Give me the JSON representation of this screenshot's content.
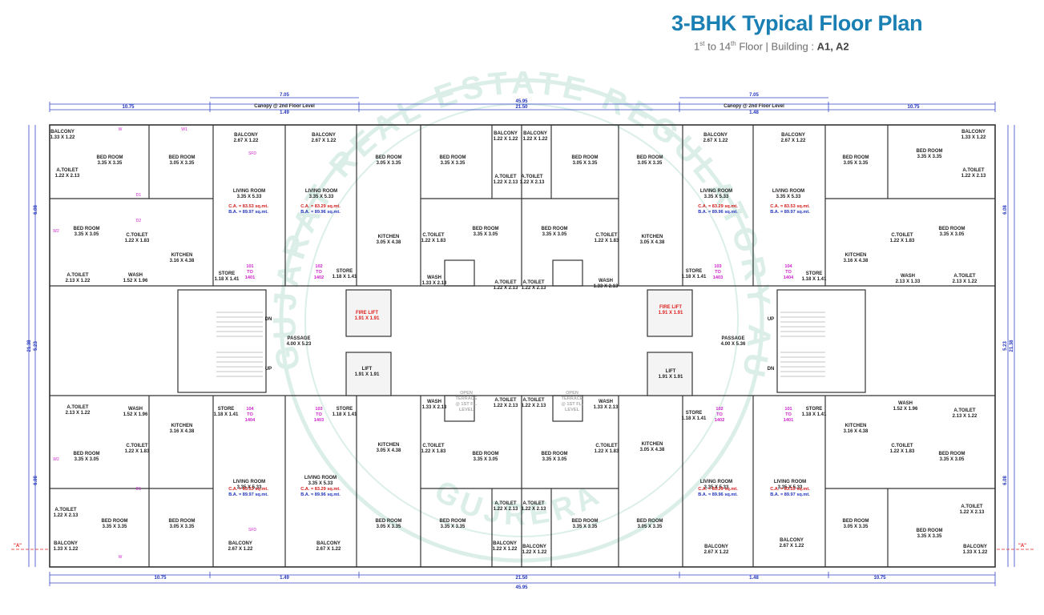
{
  "header": {
    "title": "3-BHK Typical Floor Plan",
    "subtitle_floor_a": "1",
    "subtitle_floor_a_sup": "st",
    "subtitle_floor_to": "to 14",
    "subtitle_floor_b_sup": "th",
    "subtitle_floor_rest": "Floor | Building : ",
    "subtitle_buildings": "A1, A2"
  },
  "colors": {
    "title": "#1a7fb3",
    "dimension": "#2233bb",
    "area_ca": "#d11a1a",
    "door_label": "#cc22cc",
    "fire_lift": "#e02020",
    "watermark": "#bfe3d6"
  },
  "watermark": {
    "text": "GUJARAT REAL ESTATE REGULATORY AUTHORITY",
    "bottom": "GUJRERA"
  },
  "dimensions": {
    "overall_width": "45.95",
    "left_wing": "10.75",
    "gap": "1.49",
    "center": "21.50",
    "gap_right": "1.48",
    "right_wing": "10.75",
    "canopy": "7.05",
    "canopy_label": "Canopy @ 2nd Floor Level",
    "height_total": "21.38",
    "height_mid": "5.23",
    "height_wing": "6.08",
    "side_marker": "\"A\""
  },
  "rooms": [
    {
      "id": "balc-tl",
      "name": "BALCONY",
      "size": "1.33 X 1.22"
    },
    {
      "id": "bed-tl1",
      "name": "BED ROOM",
      "size": "3.35 X 3.35"
    },
    {
      "id": "bed-tl2",
      "name": "BED ROOM",
      "size": "3.05 X 3.35"
    },
    {
      "id": "balc-tl2",
      "name": "BALCONY",
      "size": "2.67 X 1.22"
    },
    {
      "id": "balc-tl3",
      "name": "BALCONY",
      "size": "2.67 X 1.22"
    },
    {
      "id": "atoilet-tl",
      "name": "A.TOILET",
      "size": "1.22 X 2.13"
    },
    {
      "id": "living-tl",
      "name": "LIVING ROOM",
      "size": "3.35 X 5.33"
    },
    {
      "id": "living-tl2",
      "name": "LIVING ROOM",
      "size": "3.35 X 5.33"
    },
    {
      "id": "bed-tl3",
      "name": "BED ROOM",
      "size": "3.05 X 3.35"
    },
    {
      "id": "bed-tl4",
      "name": "BED ROOM",
      "size": "3.35 X 3.35"
    },
    {
      "id": "balc-tc1",
      "name": "BALCONY",
      "size": "1.22 X 1.22"
    },
    {
      "id": "balc-tc2",
      "name": "BALCONY",
      "size": "1.22 X 1.22"
    },
    {
      "id": "bed-tc1",
      "name": "BED ROOM",
      "size": "3.05 X 3.35"
    },
    {
      "id": "atoilet-tc1",
      "name": "A.TOILET",
      "size": "1.22 X 2.13"
    },
    {
      "id": "atoilet-tc2",
      "name": "A.TOILET",
      "size": "1.22 X 2.13"
    },
    {
      "id": "bed-tr1",
      "name": "BED ROOM",
      "size": "3.05 X 3.35"
    },
    {
      "id": "balc-tr1",
      "name": "BALCONY",
      "size": "2.67 X 1.22"
    },
    {
      "id": "balc-tr2",
      "name": "BALCONY",
      "size": "2.67 X 1.22"
    },
    {
      "id": "bed-tr2",
      "name": "BED ROOM",
      "size": "3.05 X 3.35"
    },
    {
      "id": "bed-tr3",
      "name": "BED ROOM",
      "size": "3.35 X 3.35"
    },
    {
      "id": "balc-tr3",
      "name": "BALCONY",
      "size": "1.33 X 1.22"
    },
    {
      "id": "atoilet-tr",
      "name": "A.TOILET",
      "size": "1.22 X 2.13"
    },
    {
      "id": "living-tr1",
      "name": "LIVING ROOM",
      "size": "3.35 X 5.33"
    },
    {
      "id": "living-tr2",
      "name": "LIVING ROOM",
      "size": "3.35 X 5.33"
    },
    {
      "id": "bed-l1",
      "name": "BED ROOM",
      "size": "3.35 X 3.05"
    },
    {
      "id": "ctoilet-l1",
      "name": "C.TOILET",
      "size": "1.22 X 1.83"
    },
    {
      "id": "kitchen-l1",
      "name": "KITCHEN",
      "size": "3.16 X 4.38"
    },
    {
      "id": "kitchen-c1",
      "name": "KITCHEN",
      "size": "3.05 X 4.38"
    },
    {
      "id": "ctoilet-c1",
      "name": "C.TOILET",
      "size": "1.22 X 1.83"
    },
    {
      "id": "bed-c1",
      "name": "BED ROOM",
      "size": "3.35 X 3.05"
    },
    {
      "id": "bed-c2",
      "name": "BED ROOM",
      "size": "3.35 X 3.05"
    },
    {
      "id": "ctoilet-c2",
      "name": "C.TOILET",
      "size": "1.22 X 1.83"
    },
    {
      "id": "kitchen-c2",
      "name": "KITCHEN",
      "size": "3.05 X 4.38"
    },
    {
      "id": "kitchen-r1",
      "name": "KITCHEN",
      "size": "3.16 X 4.38"
    },
    {
      "id": "ctoilet-r1",
      "name": "C.TOILET",
      "size": "1.22 X 1.83"
    },
    {
      "id": "bed-r1",
      "name": "BED ROOM",
      "size": "3.35 X 3.05"
    },
    {
      "id": "atoilet-l2",
      "name": "A.TOILET",
      "size": "2.13 X 1.22"
    },
    {
      "id": "wash-l1",
      "name": "WASH",
      "size": "1.52 X 1.96"
    },
    {
      "id": "store-l1",
      "name": "STORE",
      "size": "1.18 X 1.41"
    },
    {
      "id": "store-c1",
      "name": "STORE",
      "size": "1.18 X 1.41"
    },
    {
      "id": "wash-c1",
      "name": "WASH",
      "size": "1.33 X 2.13"
    },
    {
      "id": "atoilet-c3",
      "name": "A.TOILET",
      "size": "1.22 X 2.13"
    },
    {
      "id": "atoilet-c4",
      "name": "A.TOILET",
      "size": "1.22 X 2.13"
    },
    {
      "id": "wash-c2",
      "name": "WASH",
      "size": "1.33 X 2.13"
    },
    {
      "id": "store-r1",
      "name": "STORE",
      "size": "1.18 X 1.41"
    },
    {
      "id": "store-r2",
      "name": "STORE",
      "size": "1.18 X 1.41"
    },
    {
      "id": "wash-r1",
      "name": "WASH",
      "size": "2.13 X 1.33"
    },
    {
      "id": "atoilet-r2",
      "name": "A.TOILET",
      "size": "2.13 X 1.22"
    },
    {
      "id": "passage-l",
      "name": "PASSAGE",
      "size": "4.00 X 5.23"
    },
    {
      "id": "firelift-l",
      "name": "FIRE LIFT",
      "size": "1.91 X 1.91"
    },
    {
      "id": "lift-l",
      "name": "LIFT",
      "size": "1.91 X 1.91"
    },
    {
      "id": "firelift-r",
      "name": "FIRE LIFT",
      "size": "1.91 X 1.91"
    },
    {
      "id": "lift-r",
      "name": "LIFT",
      "size": "1.91 X 1.91"
    },
    {
      "id": "passage-r",
      "name": "PASSAGE",
      "size": "4.00 X 5.36"
    },
    {
      "id": "atoilet-bl",
      "name": "A.TOILET",
      "size": "2.13 X 1.22"
    },
    {
      "id": "wash-bl",
      "name": "WASH",
      "size": "1.52 X 1.96"
    },
    {
      "id": "store-bl",
      "name": "STORE",
      "size": "1.18 X 1.41"
    },
    {
      "id": "store-bc1",
      "name": "STORE",
      "size": "1.18 X 1.41"
    },
    {
      "id": "wash-bc1",
      "name": "WASH",
      "size": "1.33 X 2.13"
    },
    {
      "id": "atoilet-bc1",
      "name": "A.TOILET",
      "size": "1.22 X 2.13"
    },
    {
      "id": "atoilet-bc2",
      "name": "A.TOILET",
      "size": "1.22 X 2.13"
    },
    {
      "id": "wash-bc2",
      "name": "WASH",
      "size": "1.33 X 2.13"
    },
    {
      "id": "store-br1",
      "name": "STORE",
      "size": "1.18 X 1.41"
    },
    {
      "id": "store-br2",
      "name": "STORE",
      "size": "1.18 X 1.41"
    },
    {
      "id": "wash-br",
      "name": "WASH",
      "size": "1.52 X 1.96"
    },
    {
      "id": "atoilet-br",
      "name": "A.TOILET",
      "size": "2.13 X 1.22"
    },
    {
      "id": "kitchen-bl",
      "name": "KITCHEN",
      "size": "3.16 X 4.38"
    },
    {
      "id": "ctoilet-bl",
      "name": "C.TOILET",
      "size": "1.22 X 1.83"
    },
    {
      "id": "bed-bl1",
      "name": "BED ROOM",
      "size": "3.35 X 3.05"
    },
    {
      "id": "kitchen-bc1",
      "name": "KITCHEN",
      "size": "3.05 X 4.38"
    },
    {
      "id": "ctoilet-bc1",
      "name": "C.TOILET",
      "size": "1.22 X 1.83"
    },
    {
      "id": "bed-bc1",
      "name": "BED ROOM",
      "size": "3.35 X 3.05"
    },
    {
      "id": "bed-bc2",
      "name": "BED ROOM",
      "size": "3.35 X 3.05"
    },
    {
      "id": "ctoilet-bc2",
      "name": "C.TOILET",
      "size": "1.22 X 1.83"
    },
    {
      "id": "kitchen-bc2",
      "name": "KITCHEN",
      "size": "3.05 X 4.38"
    },
    {
      "id": "kitchen-br",
      "name": "KITCHEN",
      "size": "3.16 X 4.38"
    },
    {
      "id": "ctoilet-br",
      "name": "C.TOILET",
      "size": "1.22 X 1.83"
    },
    {
      "id": "bed-br1",
      "name": "BED ROOM",
      "size": "3.35 X 3.05"
    },
    {
      "id": "living-bl1",
      "name": "LIVING ROOM",
      "size": "3.35 X 5.33"
    },
    {
      "id": "living-bl2",
      "name": "LIVING ROOM",
      "size": "3.35 X 5.33"
    },
    {
      "id": "living-br1",
      "name": "LIVING ROOM",
      "size": "3.35 X 5.33"
    },
    {
      "id": "living-br2",
      "name": "LIVING ROOM",
      "size": "3.35 X 5.33"
    },
    {
      "id": "atoilet-bl2",
      "name": "A.TOILET",
      "size": "1.22 X 2.13"
    },
    {
      "id": "bed-bl2",
      "name": "BED ROOM",
      "size": "3.35 X 3.35"
    },
    {
      "id": "bed-bl3",
      "name": "BED ROOM",
      "size": "3.05 X 3.35"
    },
    {
      "id": "bed-bc3",
      "name": "BED ROOM",
      "size": "3.05 X 3.35"
    },
    {
      "id": "bed-bc4",
      "name": "BED ROOM",
      "size": "3.35 X 3.35"
    },
    {
      "id": "atoilet-bc3",
      "name": "A.TOILET",
      "size": "1.22 X 2.13"
    },
    {
      "id": "atoilet-bc4",
      "name": "A.TOILET",
      "size": "1.22 X 2.13"
    },
    {
      "id": "bed-bc5",
      "name": "BED ROOM",
      "size": "3.35 X 3.35"
    },
    {
      "id": "bed-bc6",
      "name": "BED ROOM",
      "size": "3.05 X 3.35"
    },
    {
      "id": "bed-br2",
      "name": "BED ROOM",
      "size": "3.05 X 3.35"
    },
    {
      "id": "bed-br3",
      "name": "BED ROOM",
      "size": "3.35 X 3.35"
    },
    {
      "id": "atoilet-br2",
      "name": "A.TOILET",
      "size": "1.22 X 2.13"
    },
    {
      "id": "balc-bl1",
      "name": "BALCONY",
      "size": "1.33 X 1.22"
    },
    {
      "id": "balc-bl2",
      "name": "BALCONY",
      "size": "2.67 X 1.22"
    },
    {
      "id": "balc-bl3",
      "name": "BALCONY",
      "size": "2.67 X 1.22"
    },
    {
      "id": "balc-bc1",
      "name": "BALCONY",
      "size": "1.22 X 1.22"
    },
    {
      "id": "balc-bc2",
      "name": "BALCONY",
      "size": "1.22 X 1.22"
    },
    {
      "id": "balc-br1",
      "name": "BALCONY",
      "size": "2.67 X 1.22"
    },
    {
      "id": "balc-br2",
      "name": "BALCONY",
      "size": "2.67 X 1.22"
    },
    {
      "id": "balc-br3",
      "name": "BALCONY",
      "size": "1.33 X 1.22"
    }
  ],
  "areas": {
    "ca_a": "C.A. = 83.53 sq.mt.",
    "ba_a": "B.A. = 89.97 sq.mt.",
    "ca_b": "C.A. = 83.29 sq.mt.",
    "ba_b": "B.A. = 89.96 sq.mt."
  },
  "flats": {
    "f101": [
      "101",
      "TO",
      "1401"
    ],
    "f102": [
      "102",
      "TO",
      "1402"
    ],
    "f103": [
      "103",
      "TO",
      "1403"
    ],
    "f104": [
      "104",
      "TO",
      "1404"
    ]
  },
  "stair": {
    "up": "UP",
    "dn": "DN"
  },
  "open_terrace": [
    "OPEN",
    "TERRACE",
    "@ 1ST FL.",
    "LEVEL"
  ],
  "door_labels": {
    "d1": "D1",
    "d2": "D2",
    "w": "W",
    "w1": "W1",
    "w2": "W2",
    "sfd": "SFD"
  }
}
